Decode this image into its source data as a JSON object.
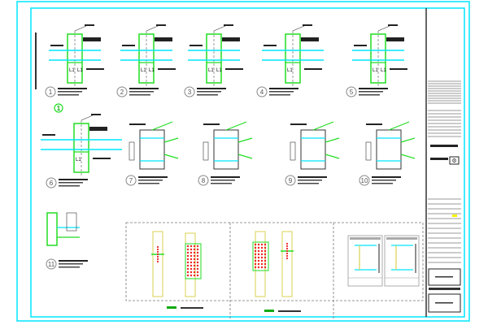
{
  "drawing": {
    "details_top": [
      {
        "number": "1",
        "dims": [
          "L1",
          "L1"
        ]
      },
      {
        "number": "2",
        "dims": [
          "L1",
          "L1"
        ]
      },
      {
        "number": "3",
        "dims": [
          "L1",
          "L1"
        ]
      },
      {
        "number": "4",
        "dims": [
          "L1"
        ]
      },
      {
        "number": "5",
        "dims": [
          "L1",
          "L1"
        ]
      }
    ],
    "section_marker": "1",
    "details_mid": [
      {
        "number": "6",
        "dims": [
          "L1"
        ]
      },
      {
        "number": "7"
      },
      {
        "number": "8"
      },
      {
        "number": "9"
      },
      {
        "number": "10"
      }
    ],
    "detail_bottom": {
      "number": "11"
    },
    "colors": {
      "frame": "#00e5ff",
      "column": "#22dd22",
      "beam": "#00e5ff",
      "bolt": "#ee2222",
      "plate": "#f5f07a",
      "line": "#333333"
    }
  }
}
